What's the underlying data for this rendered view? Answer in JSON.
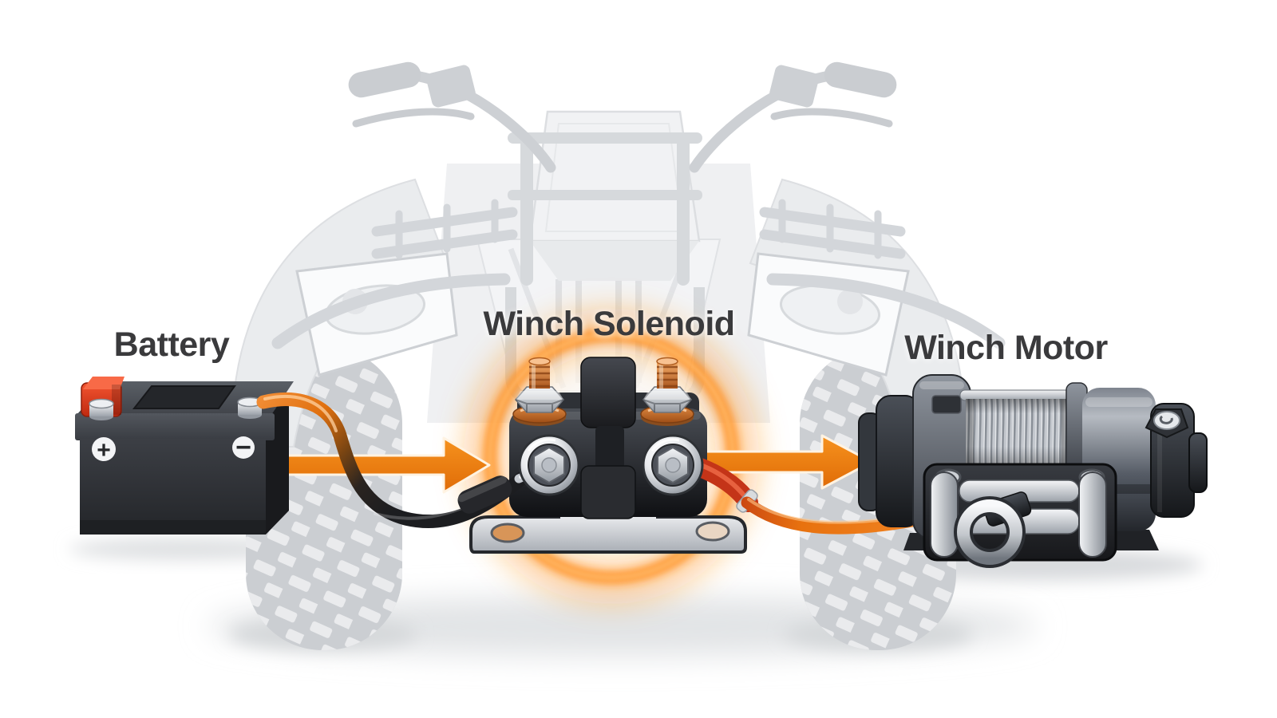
{
  "labels": {
    "battery": "Battery",
    "solenoid": "Winch Solenoid",
    "motor": "Winch Motor"
  },
  "battery": {
    "positive_symbol": "+",
    "negative_symbol": "−"
  },
  "flow": {
    "sequence": [
      "Battery",
      "Winch Solenoid",
      "Winch Motor"
    ],
    "direction": "left-to-right"
  },
  "colors": {
    "arrow_orange": "#EE7C12",
    "glow_ring": "#FF8E1C",
    "cable_orange": "#E8720F",
    "cable_black": "#1E1F22",
    "cable_red": "#C43418",
    "battery_body": "#33363B",
    "battery_positive_cap": "#E13A1D",
    "metal_silver": "#C9CDD2",
    "copper": "#C96E2C",
    "label_text": "#3A3A3C",
    "atv_silhouette": "#D9DBDE"
  }
}
